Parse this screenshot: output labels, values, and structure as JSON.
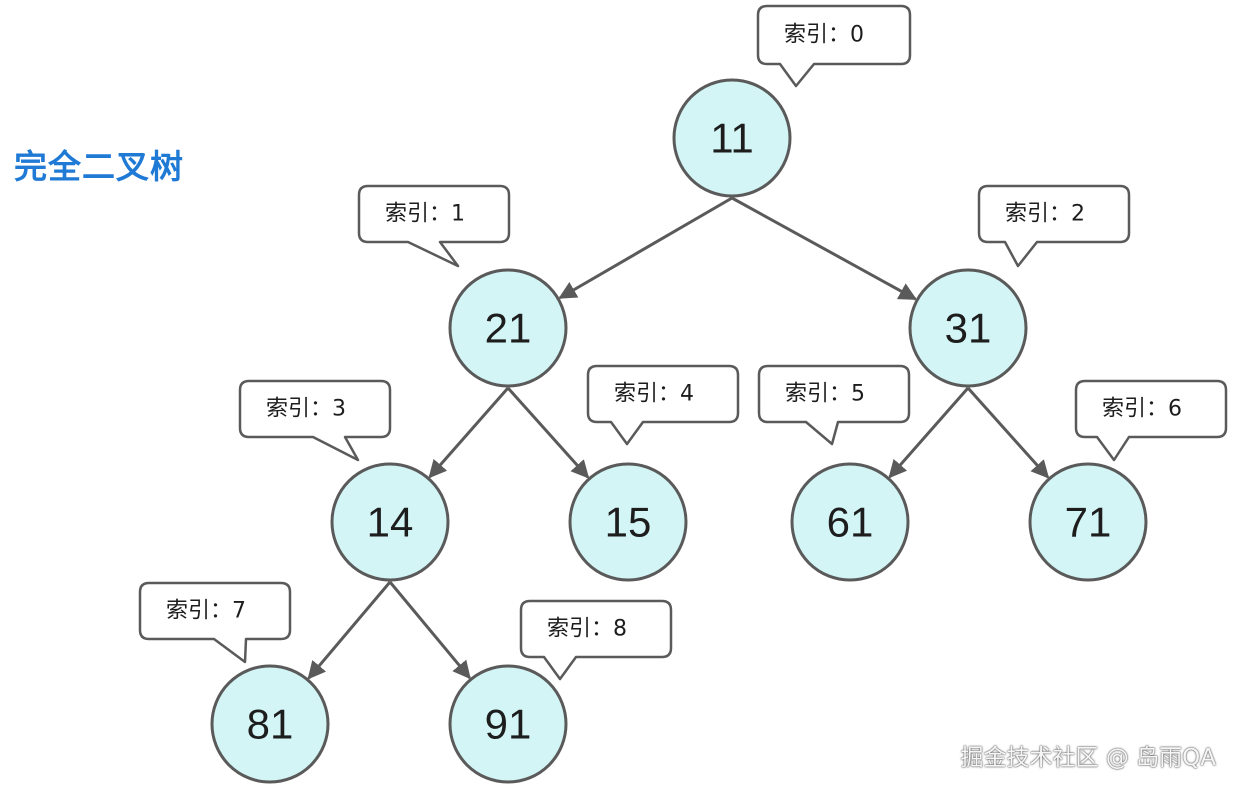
{
  "title": "完全二叉树",
  "watermark": "掘金技术社区 @ 岛雨QA",
  "colors": {
    "title": "#1f7ad6",
    "node_fill": "#d3f5f6",
    "stroke": "#5a5a5a"
  },
  "nodes": [
    {
      "value": "11",
      "label": "索引：0"
    },
    {
      "value": "21",
      "label": "索引：1"
    },
    {
      "value": "31",
      "label": "索引：2"
    },
    {
      "value": "14",
      "label": "索引：3"
    },
    {
      "value": "15",
      "label": "索引：4"
    },
    {
      "value": "61",
      "label": "索引：5"
    },
    {
      "value": "71",
      "label": "索引：6"
    },
    {
      "value": "81",
      "label": "索引：7"
    },
    {
      "value": "91",
      "label": "索引：8"
    }
  ],
  "edges": [
    [
      0,
      1
    ],
    [
      0,
      2
    ],
    [
      1,
      3
    ],
    [
      1,
      4
    ],
    [
      2,
      5
    ],
    [
      2,
      6
    ],
    [
      3,
      7
    ],
    [
      3,
      8
    ]
  ]
}
